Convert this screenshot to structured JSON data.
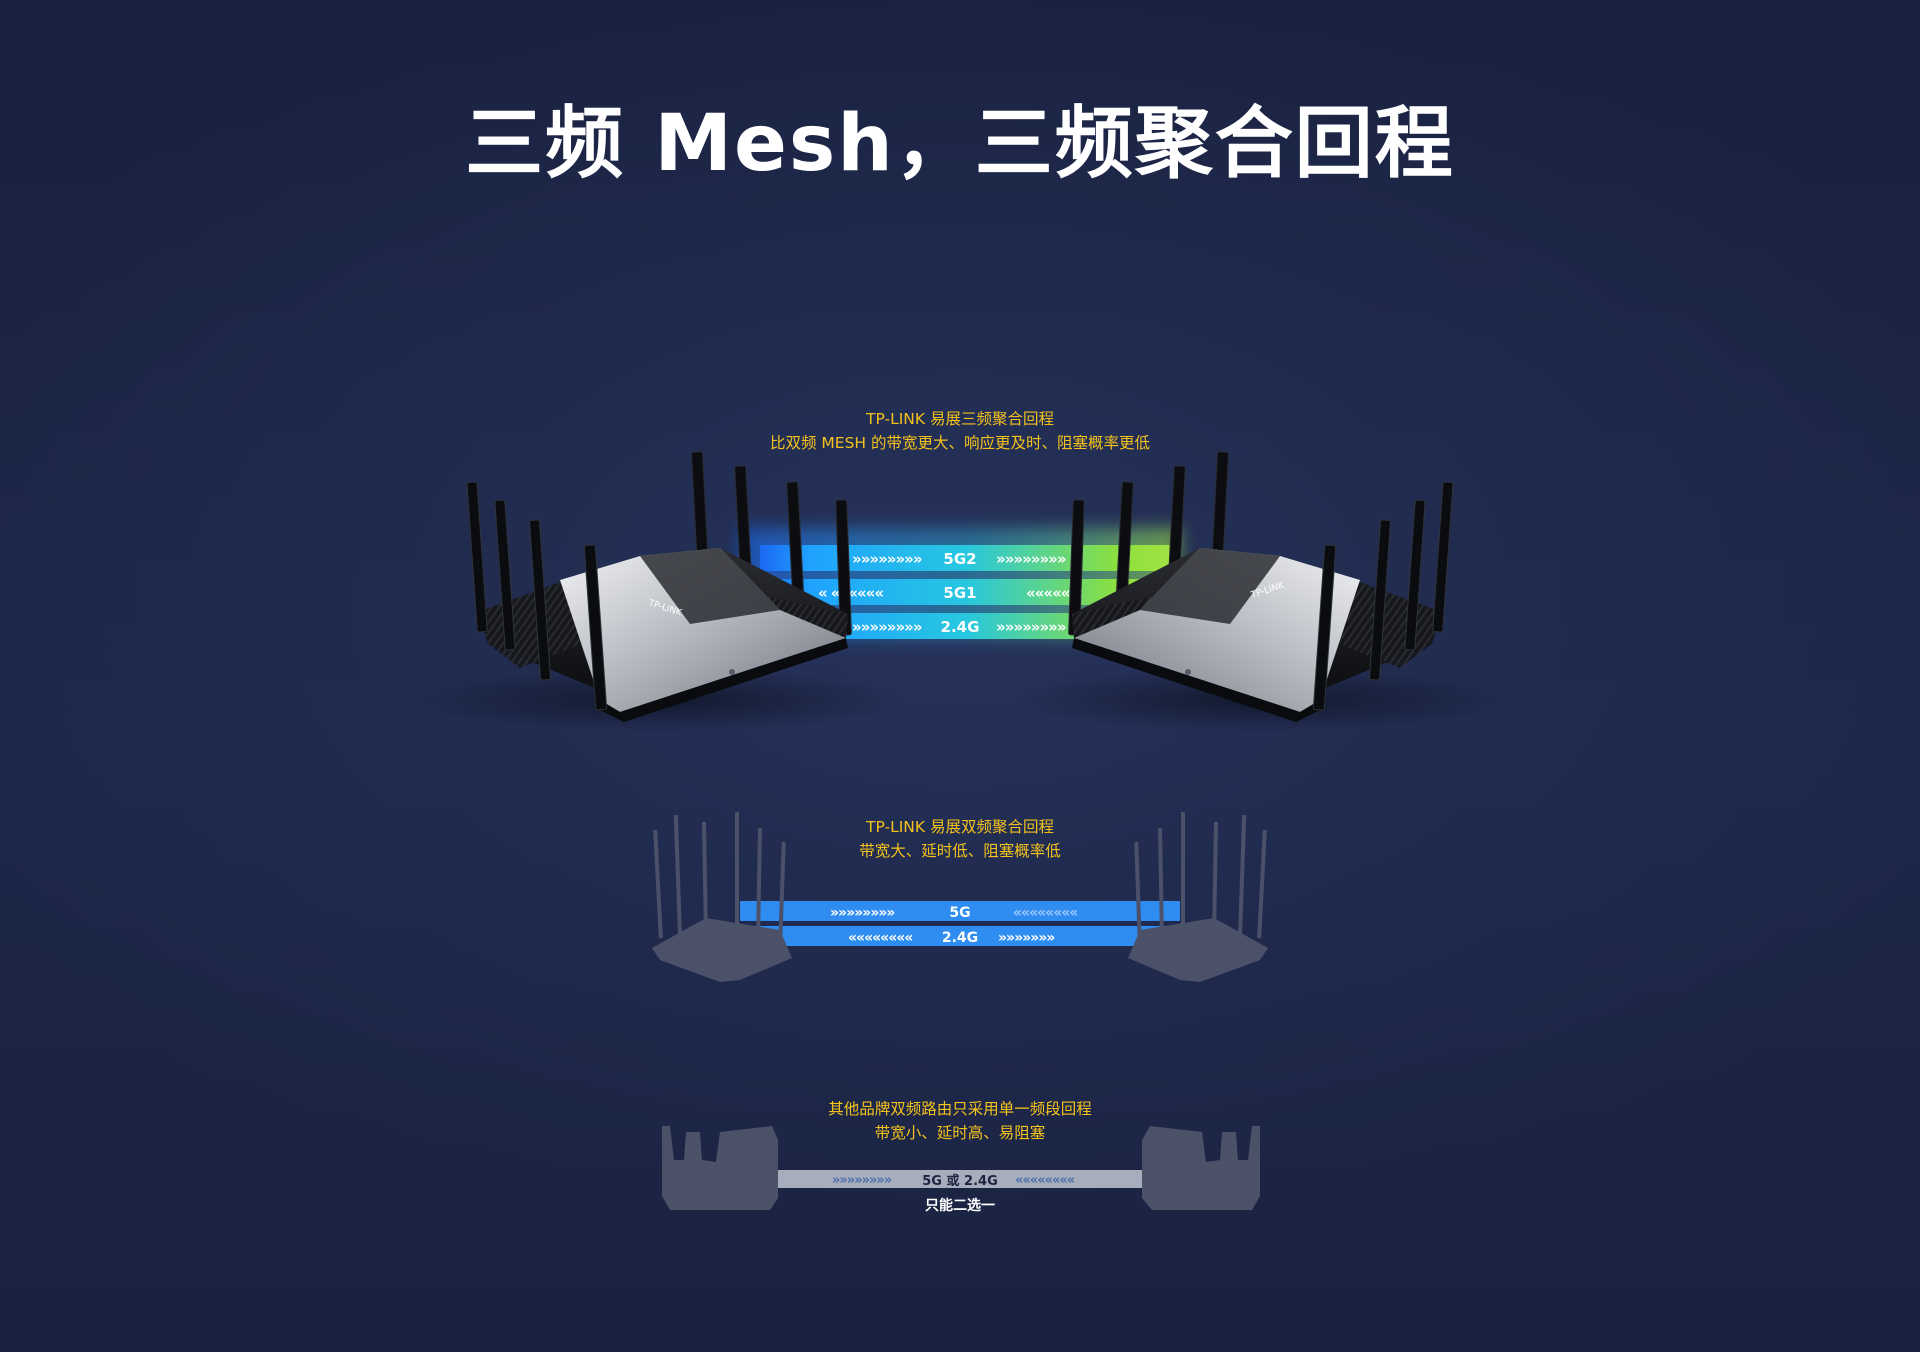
{
  "headline": "三频 Mesh，三频聚合回程",
  "tri_band": {
    "caption_line1": "TP-LINK 易展三频聚合回程",
    "caption_line2": "比双频 MESH 的带宽更大、响应更及时、阻塞概率更低",
    "bands": [
      "5G2",
      "5G1",
      "2.4G"
    ],
    "router_logo": "TP-LINK",
    "colors": {
      "blue": "#1fa2ff",
      "green": "#8fe03a",
      "caption": "#f4c21c"
    }
  },
  "dual_band": {
    "caption_line1": "TP-LINK 易展双频聚合回程",
    "caption_line2": "带宽大、延时低、阻塞概率低",
    "bands": [
      "5G",
      "2.4G"
    ],
    "colors": {
      "band": "#2f8cf0"
    }
  },
  "single_band": {
    "caption_line1": "其他品牌双频路由只采用单一频段回程",
    "caption_line2": "带宽小、延时高、易阻塞",
    "band": "5G 或 2.4G",
    "note": "只能二选一",
    "colors": {
      "band": "#a7adbd"
    }
  }
}
